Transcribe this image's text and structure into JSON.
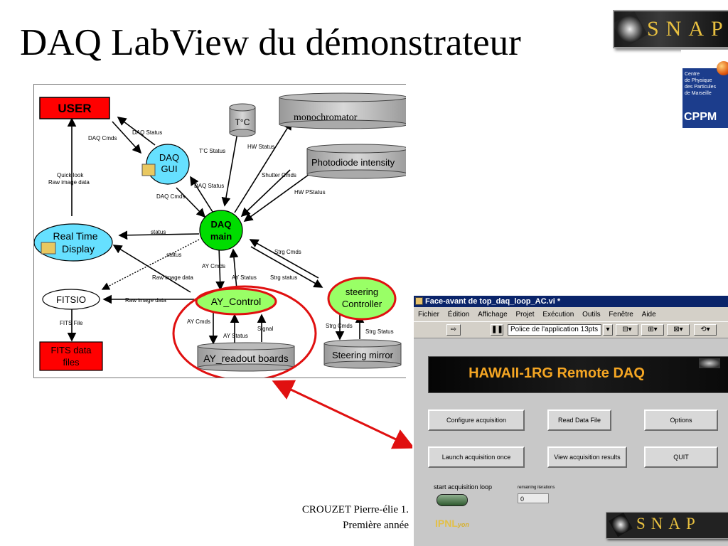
{
  "slide": {
    "title": "DAQ LabView du démonstrateur",
    "footer_line1": "CROUZET Pierre-élie 1.",
    "footer_line2": "Première année"
  },
  "logos": {
    "snap_text": "SNAP",
    "cppm_lines": [
      "Centre",
      "de Physique",
      "des Particules",
      "de Marseille"
    ],
    "cppm_abbr": "CPPM",
    "ipnl_text": "IPNL",
    "ipnl_sub": "yon"
  },
  "diagram": {
    "nodes": {
      "user": "USER",
      "daq_gui_1": "DAQ",
      "daq_gui_2": "GUI",
      "tc": "T°C",
      "monochromator": "monochromator",
      "photodiode": "Photodiode intensity",
      "daq_main_1": "DAQ",
      "daq_main_2": "main",
      "realtime_1": "Real Time",
      "realtime_2": "Display",
      "fitsio": "FITSIO",
      "ay_control": "AY_Control",
      "steering_1": "steering",
      "steering_2": "Controller",
      "fits_files_1": "FITS data",
      "fits_files_2": "files",
      "ay_readout": "AY_readout boards",
      "steering_mirror": "Steering mirror"
    },
    "labels": {
      "daq_status_top": "DAQ Status",
      "daq_cmds_top": "DAQ Cmds",
      "quick_look_1": "Quick look",
      "quick_look_2": "Raw image data",
      "tc_status": "T'C Status",
      "hw_status": "HW Status",
      "shutter_cmds": "Shutter Cmds",
      "daq_status_mid": "DAQ Status",
      "hw_pstatus": "HW PStatus",
      "daq_cmds_mid": "DAQ Cmds",
      "status_rt": "status",
      "status_fits": "status",
      "strg_cmds_main": "Strg Cmds",
      "ay_cmds_main": "AY Cmds",
      "raw_image_rt": "Raw image data",
      "ay_status_main": "AY Status",
      "strg_status_main": "Strg status",
      "raw_image_fits": "Raw image data",
      "fits_file": "FITS File",
      "ay_cmds_low": "AY Cmds",
      "ay_status_low": "AY Status",
      "signal": "Signal",
      "strg_cmds_low": "Strg Cmds",
      "strg_status_low": "Strg Status"
    }
  },
  "labview": {
    "window_title": "Face-avant de top_daq_loop_AC.vi *",
    "menu": [
      "Fichier",
      "Édition",
      "Affichage",
      "Projet",
      "Exécution",
      "Outils",
      "Fenêtre",
      "Aide"
    ],
    "font_select": "Police de l'application 13pts",
    "banner": "HAWAII-1RG Remote DAQ",
    "buttons": {
      "configure": "Configure acquisition",
      "read_file": "Read Data File",
      "options": "Options",
      "launch": "Launch acquisition once",
      "view_results": "View acquisition  results",
      "quit": "QUIT"
    },
    "loop_label": "start acquisition loop",
    "remaining_label": "remaining iterations",
    "remaining_value": "0"
  },
  "colors": {
    "red_node": "#ff0000",
    "cyan_node": "#66e0ff",
    "green_node": "#00dd00",
    "highlight_ring": "#e01010",
    "arrow_red": "#e01010"
  }
}
